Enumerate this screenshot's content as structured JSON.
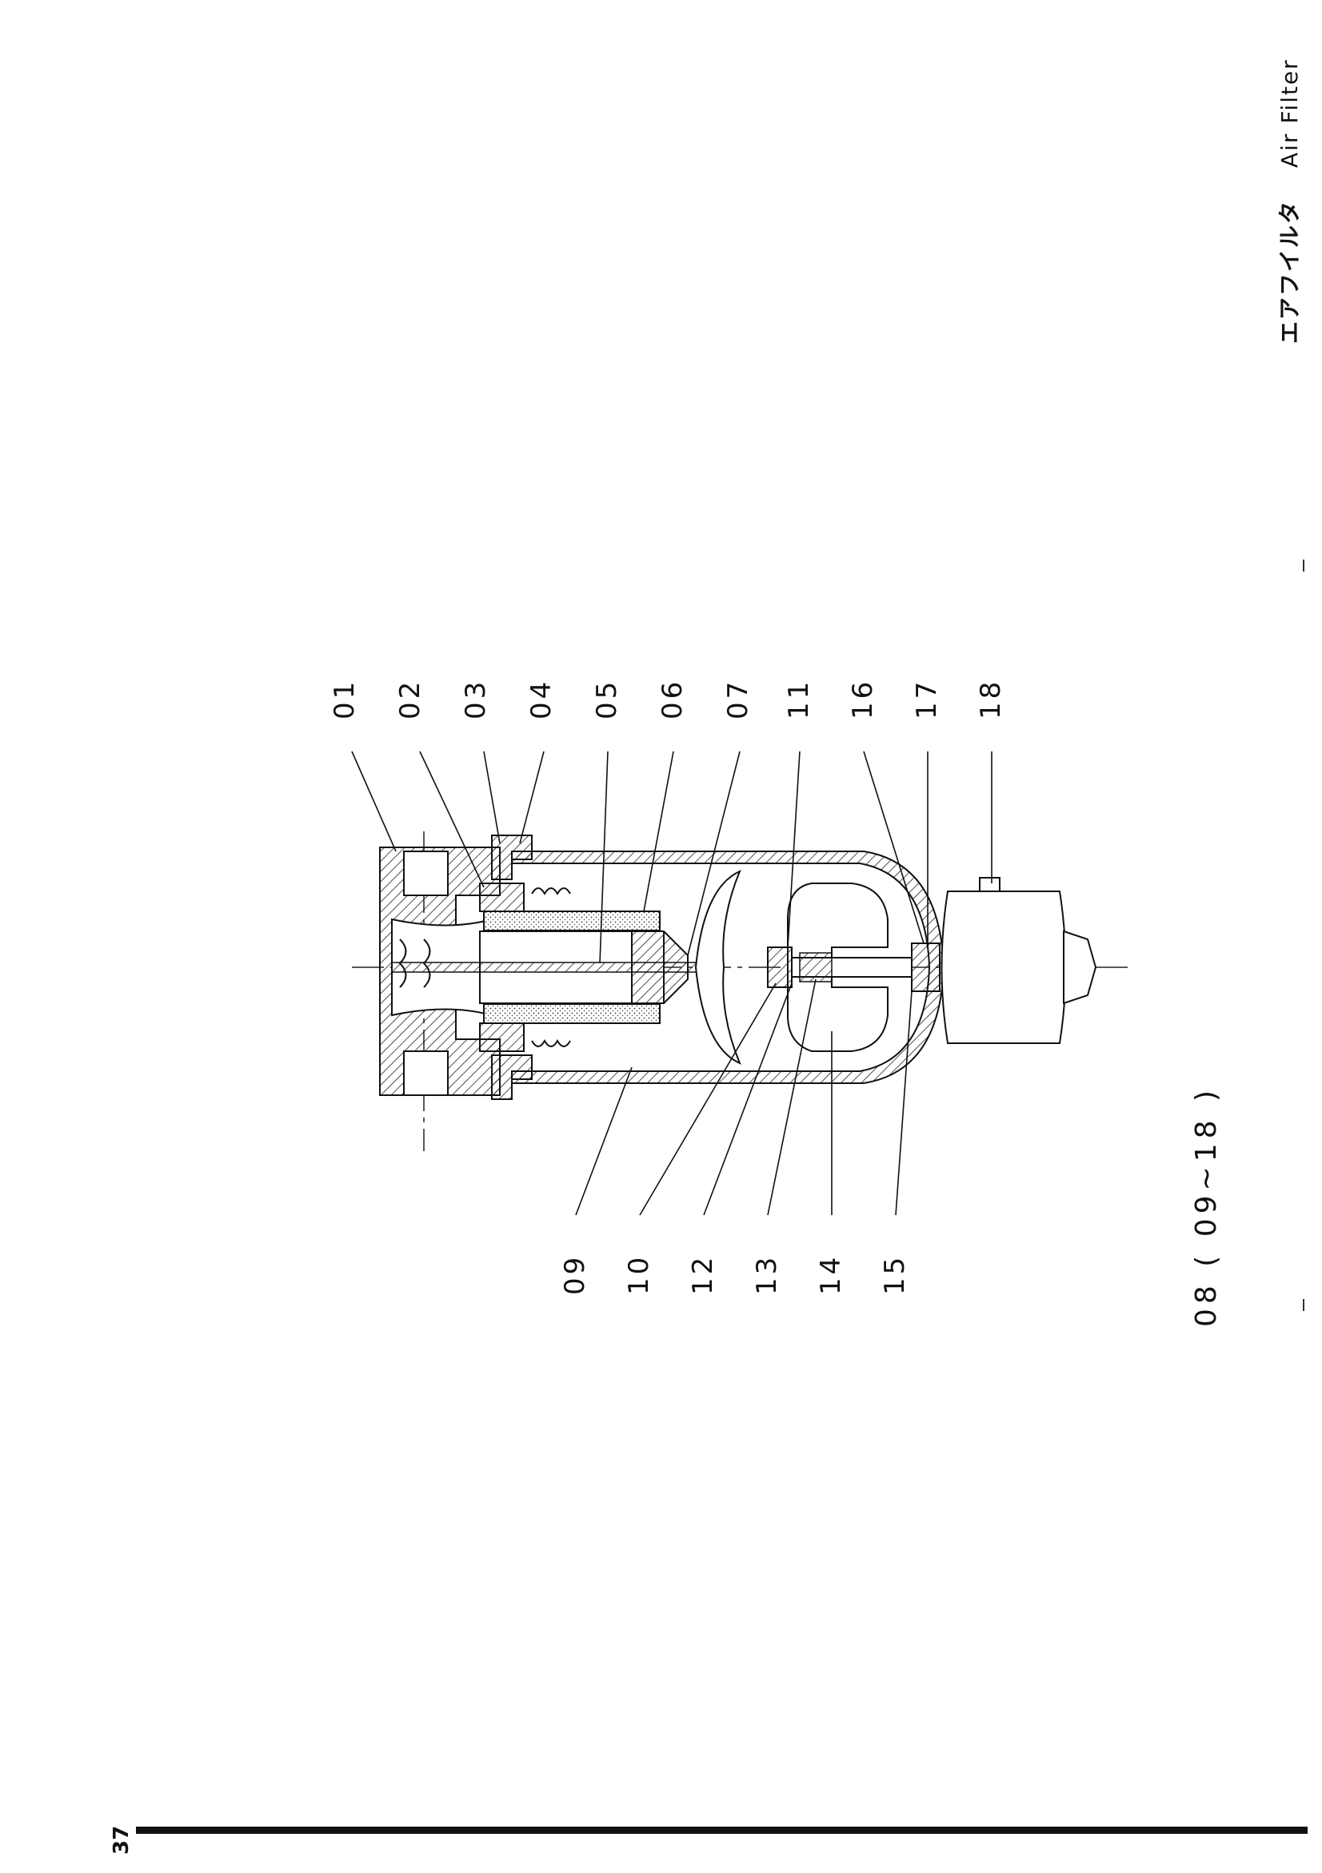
{
  "header": {
    "title_jp": "エアフイルタ",
    "title_en": "Air Filter"
  },
  "page_number": "37",
  "subassembly_label": "08 ( 09~18 )",
  "callouts": [
    "01",
    "02",
    "03",
    "04",
    "05",
    "06",
    "07",
    "11",
    "16",
    "17",
    "18",
    "09",
    "10",
    "12",
    "13",
    "14",
    "15"
  ]
}
